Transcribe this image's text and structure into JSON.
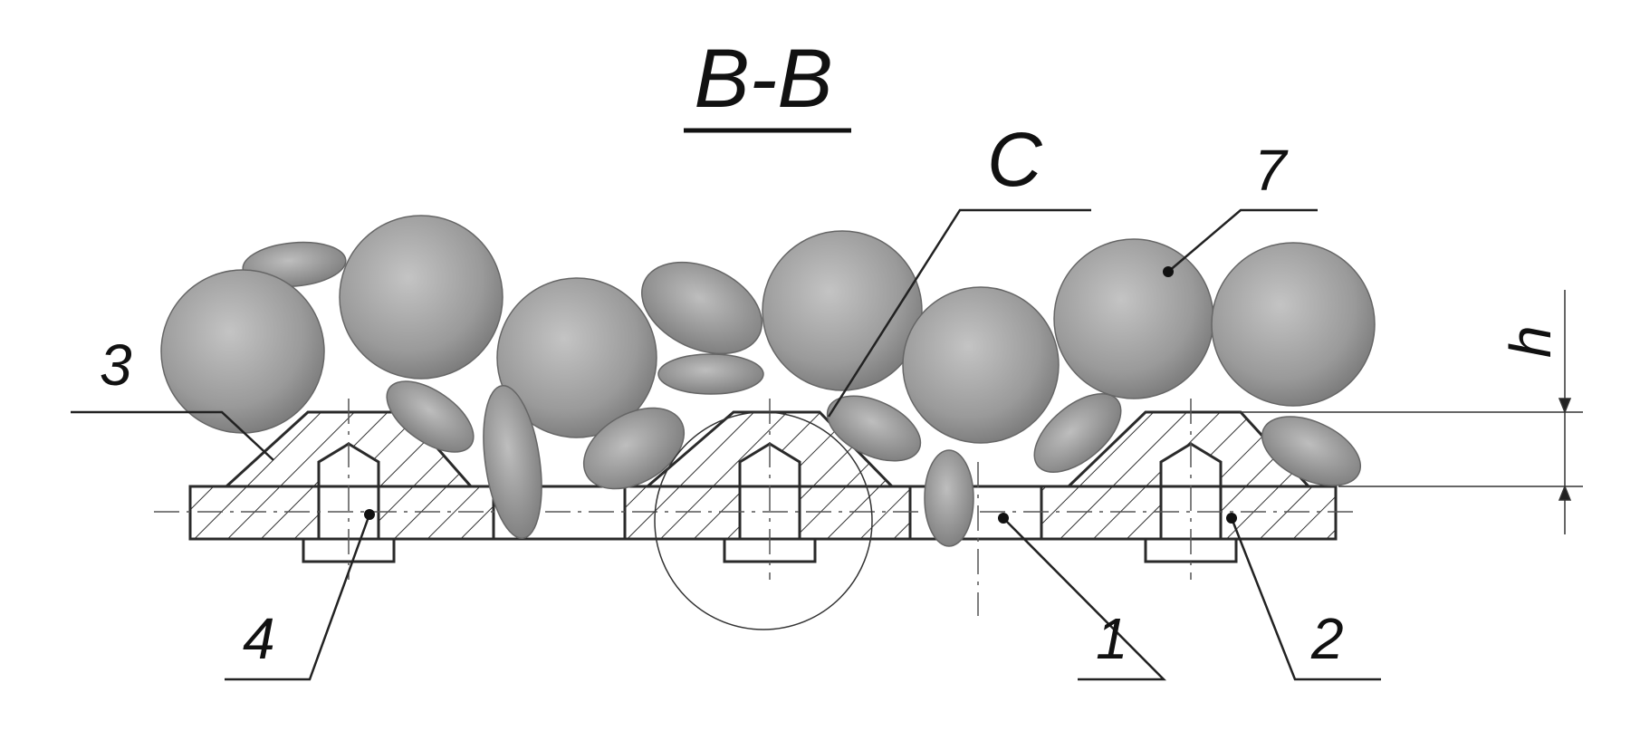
{
  "title": "B-B",
  "labels": {
    "detail": "C",
    "part1": "1",
    "part2": "2",
    "part3": "3",
    "part4": "4",
    "part7": "7",
    "dimension": "h"
  },
  "colors": {
    "line": "#2a2a2a",
    "sphere_light": "#bdbdbd",
    "sphere_dark": "#6e6e6e",
    "hatch": "#333333"
  }
}
